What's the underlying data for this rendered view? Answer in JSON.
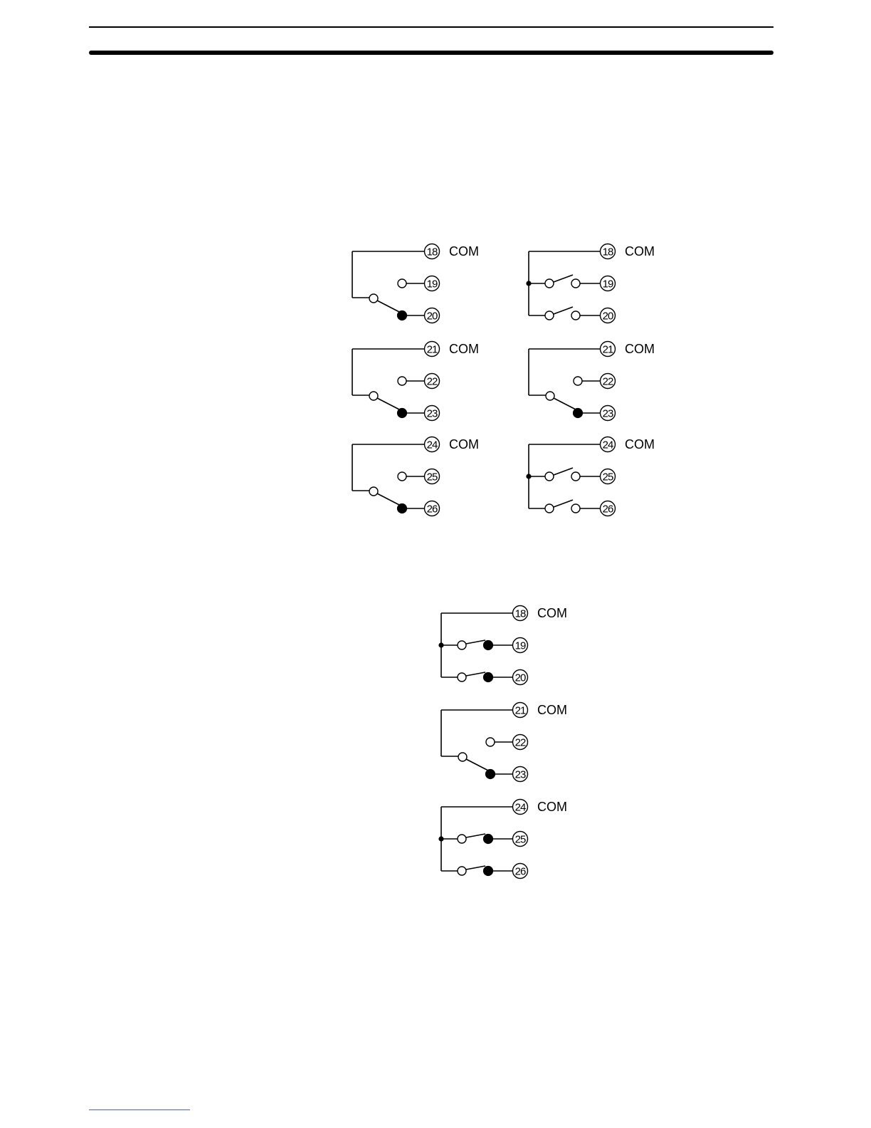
{
  "header": {
    "rules": [
      "thin",
      "thick"
    ]
  },
  "diagrams": [
    {
      "id": "top-left",
      "blocks": [
        {
          "common_mode": "single-closed-lower",
          "terminals": [
            "18",
            "19",
            "20"
          ],
          "com_label": "COM"
        },
        {
          "common_mode": "single-closed-lower",
          "terminals": [
            "21",
            "22",
            "23"
          ],
          "com_label": "COM"
        },
        {
          "common_mode": "single-closed-lower",
          "terminals": [
            "24",
            "25",
            "26"
          ],
          "com_label": "COM"
        }
      ]
    },
    {
      "id": "top-right",
      "blocks": [
        {
          "common_mode": "dual-open",
          "terminals": [
            "18",
            "19",
            "20"
          ],
          "com_label": "COM"
        },
        {
          "common_mode": "single-closed-lower",
          "terminals": [
            "21",
            "22",
            "23"
          ],
          "com_label": "COM"
        },
        {
          "common_mode": "dual-open",
          "terminals": [
            "24",
            "25",
            "26"
          ],
          "com_label": "COM"
        }
      ]
    },
    {
      "id": "bottom-center",
      "blocks": [
        {
          "common_mode": "dual-closed",
          "terminals": [
            "18",
            "19",
            "20"
          ],
          "com_label": "COM"
        },
        {
          "common_mode": "single-closed-lower",
          "terminals": [
            "21",
            "22",
            "23"
          ],
          "com_label": "COM"
        },
        {
          "common_mode": "dual-closed",
          "terminals": [
            "24",
            "25",
            "26"
          ],
          "com_label": "COM"
        }
      ]
    }
  ]
}
